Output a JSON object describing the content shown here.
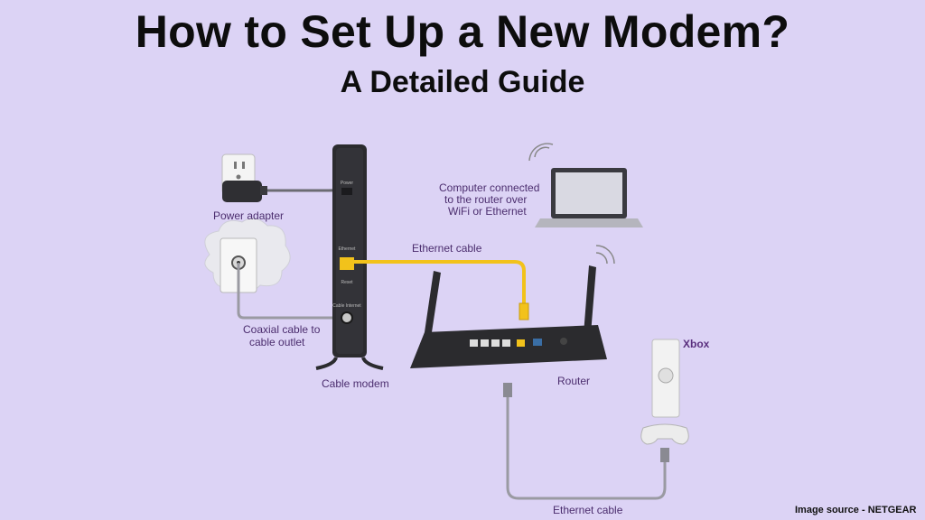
{
  "title": "How to Set Up a New Modem?",
  "subtitle": "A Detailed Guide",
  "labels": {
    "power_adapter": "Power adapter",
    "coax_line1": "Coaxial cable to",
    "coax_line2": "cable outlet",
    "cable_modem": "Cable modem",
    "ethernet_cable_top": "Ethernet cable",
    "computer_line1": "Computer connected",
    "computer_line2": "to the router over",
    "computer_line3": "WiFi or Ethernet",
    "router": "Router",
    "xbox": "Xbox",
    "ethernet_cable_bottom": "Ethernet cable"
  },
  "modem_port_labels": {
    "power": "Power",
    "ethernet": "Ethernet",
    "reset": "Reset",
    "cable": "Cable Internet"
  },
  "source": "Image source - NETGEAR",
  "colors": {
    "background": "#dcd3f5",
    "label_text": "#4b2d6e",
    "ethernet_yellow": "#f2c21b",
    "cable_gray": "#8a8a92",
    "device_dark": "#2b2b2e"
  }
}
